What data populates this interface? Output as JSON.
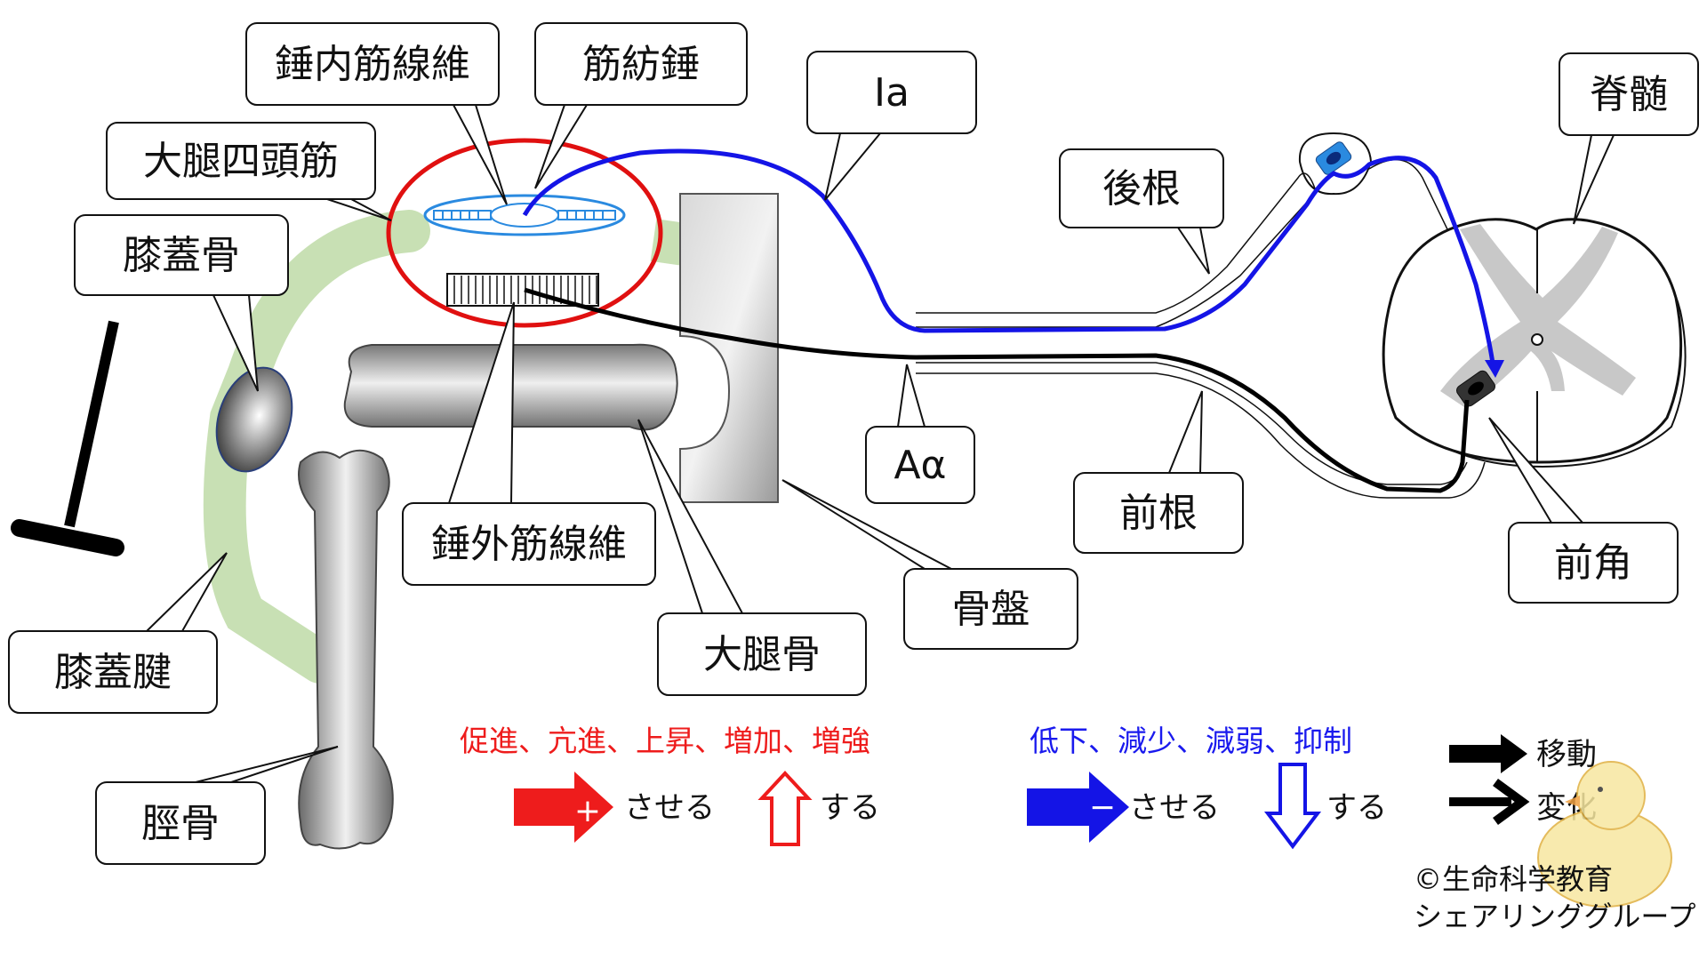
{
  "labels": {
    "intrafusal": "錘内筋線維",
    "spindle": "筋紡錘",
    "ia": "Ia",
    "spinal_cord": "脊髄",
    "quadriceps": "大腿四頭筋",
    "dorsal_root": "後根",
    "patella": "膝蓋骨",
    "a_alpha": "Aα",
    "ventral_root": "前根",
    "extrafusal": "錘外筋線維",
    "ventral_horn": "前角",
    "pelvis": "骨盤",
    "femur": "大腿骨",
    "patellar_tendon": "膝蓋腱",
    "tibia": "脛骨"
  },
  "legend": {
    "increase_words": "促進、亢進、上昇、増加、増強",
    "decrease_words": "低下、減少、減弱、抑制",
    "plus_sign": "+",
    "minus_sign": "−",
    "cause_increase": "させる",
    "do_increase": "する",
    "cause_decrease": "させる",
    "do_decrease": "する",
    "move": "移動",
    "change": "変化"
  },
  "credit": {
    "line1": "©生命科学教育",
    "line2": "シェアリンググループ"
  },
  "colors": {
    "red": "#ee1c1c",
    "blue": "#1414e6",
    "tendon_green": "#c8e0b4",
    "bone_gray": "#b8b8b8",
    "gray_matter": "#c8c8c8"
  }
}
